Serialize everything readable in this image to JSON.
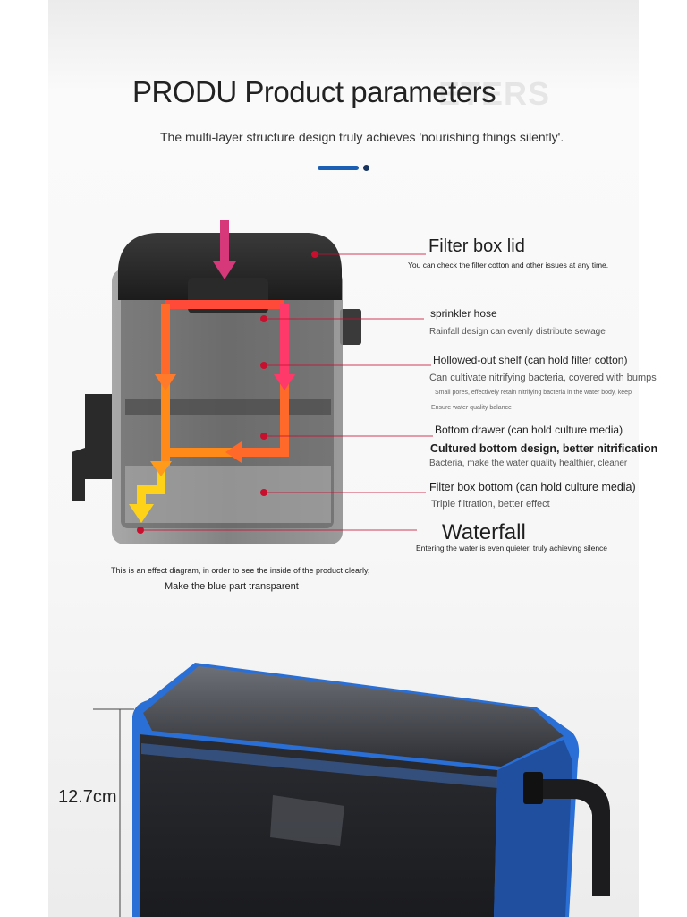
{
  "header": {
    "title": "PRODU Product parameters",
    "ghost_title": "ETERS",
    "subtitle": "The multi-layer structure design truly achieves 'nourishing things silently'."
  },
  "callouts": {
    "lid": {
      "title": "Filter box lid",
      "desc": "You can check the filter cotton and other issues at any time."
    },
    "sprinkler": {
      "title": "sprinkler hose",
      "desc": "Rainfall design can evenly distribute sewage"
    },
    "shelf": {
      "title": "Hollowed-out shelf (can hold filter cotton)",
      "desc": "Can cultivate nitrifying bacteria, covered with bumps",
      "desc2": "Small pores, effectively retain nitrifying bacteria in the water body, keep",
      "desc3": "Ensure water quality balance"
    },
    "drawer": {
      "title": "Bottom drawer (can hold culture media)",
      "subtitle": "Cultured bottom design, better nitrification",
      "desc": "Bacteria, make the water quality healthier, cleaner"
    },
    "bottom": {
      "title": "Filter box bottom (can hold culture media)",
      "desc": "Triple filtration, better effect"
    },
    "waterfall": {
      "title": "Waterfall",
      "desc": "Entering the water is even quieter, truly achieving silence"
    }
  },
  "notes": {
    "line1": "This is an effect diagram, in order to see the inside of the product clearly,",
    "line2": "Make the blue part transparent"
  },
  "dimension": {
    "label": "12.7cm"
  },
  "colors": {
    "accent_blue": "#1a5fb4",
    "flow_magenta": "#d6387a",
    "flow_orange": "#ff6a1a",
    "flow_yellow": "#ffd21a",
    "callout_dot": "#c8102e",
    "housing_blue": "#2a6fd6"
  }
}
